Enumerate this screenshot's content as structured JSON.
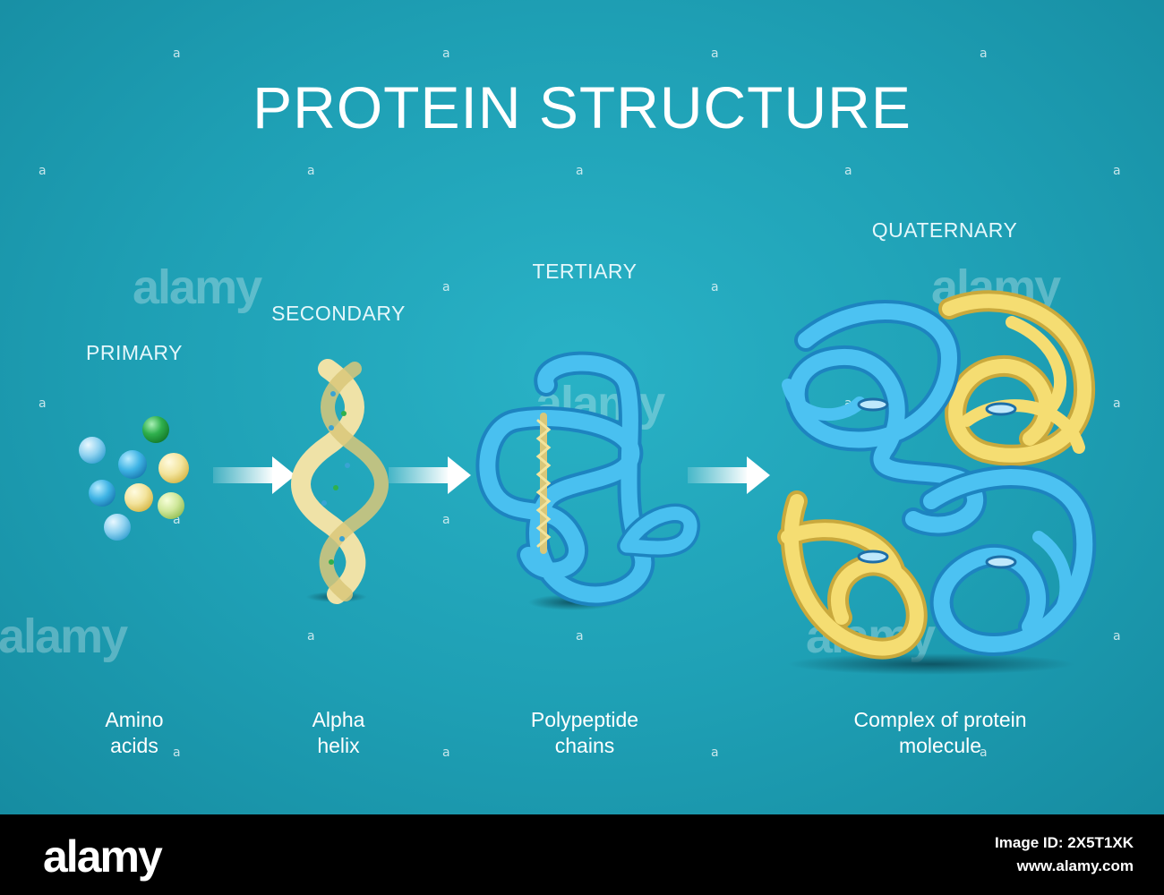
{
  "title": "PROTEIN STRUCTURE",
  "levels": {
    "primary": "PRIMARY",
    "secondary": "SECONDARY",
    "tertiary": "TERTIARY",
    "quaternary": "QUATERNARY"
  },
  "captions": {
    "amino_line1": "Amino",
    "amino_line2": "acids",
    "alpha_line1": "Alpha",
    "alpha_line2": "helix",
    "poly_line1": "Polypeptide",
    "poly_line2": "chains",
    "complex_line1": "Complex of protein",
    "complex_line2": "molecule"
  },
  "watermark": {
    "mark": "a",
    "brand": "alamy"
  },
  "footer": {
    "logo": "alamy",
    "image_id_line": "Image ID: 2X5T1XK",
    "site": "www.alamy.com"
  },
  "colors": {
    "background": "#1e9fb4",
    "chain_blue": "#38b6ea",
    "chain_yellow": "#f1d466",
    "amino_green": "#1f9a3c"
  }
}
